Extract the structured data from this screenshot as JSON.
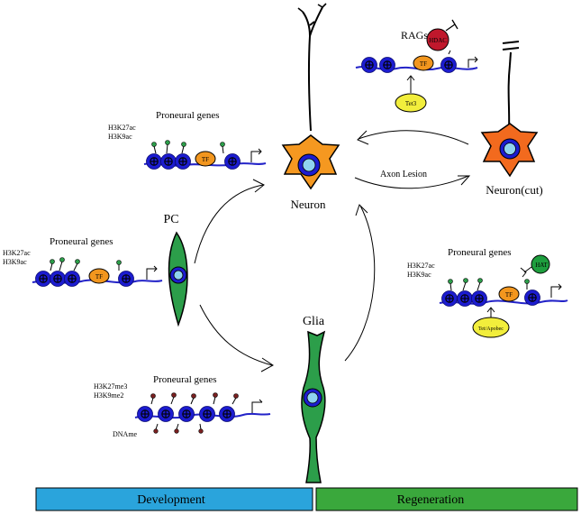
{
  "cells": {
    "neuron": "Neuron",
    "neuron_cut": "Neuron(cut)",
    "pc": "PC",
    "glia": "Glia"
  },
  "arrows": {
    "axon_lesion": "Axon Lesion"
  },
  "panels": {
    "regeneration_rags": {
      "title": "RAGs",
      "tf": "TF",
      "hdac": "HDAC",
      "tet": "Tet3"
    },
    "neuron_active": {
      "title": "Proneural genes",
      "mark1": "H3K27ac",
      "mark2": "H3K9ac",
      "tf": "TF"
    },
    "pc_active": {
      "title": "Proneural genes",
      "mark1": "H3K27ac",
      "mark2": "H3K9ac",
      "tf": "TF"
    },
    "glia_repressed": {
      "title": "Proneural genes",
      "mark1": "H3K27me3",
      "mark2": "H3K9me2",
      "dna": "DNAme"
    },
    "regen_active": {
      "title": "Proneural genes",
      "mark1": "H3K27ac",
      "mark2": "H3K9ac",
      "tf": "TF",
      "hat": "HAT",
      "tet": "Tet/Apobec"
    }
  },
  "bars": {
    "development": "Development",
    "regeneration": "Regeneration"
  },
  "colors": {
    "nucleosome": "#1c1cd0",
    "dna": "#2323c8",
    "tf": "#f2961e",
    "neuron": "#f59820",
    "neuron_cut": "#f26a1e",
    "pc_glia": "#2c9e4a",
    "nucleus": "#8fd3f0",
    "hdac": "#c0182c",
    "hat": "#1e9e3e",
    "tet": "#f2ee3c",
    "bar_dev": "#2aa4dc",
    "bar_regen": "#3aa83c"
  }
}
